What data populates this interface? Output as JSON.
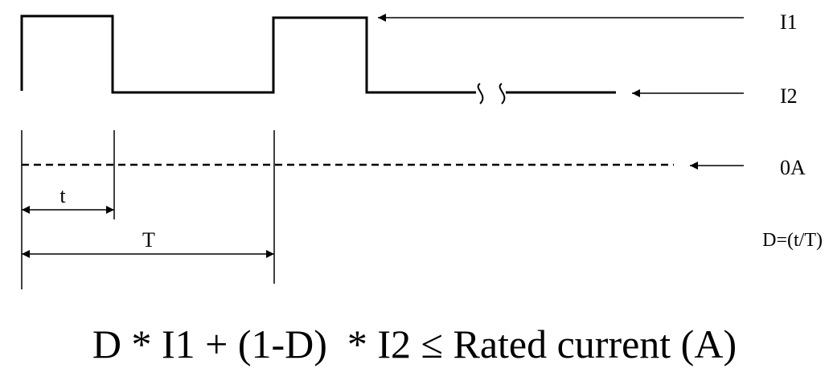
{
  "labels": {
    "i1": "I1",
    "i2": "I2",
    "zero": "0A",
    "t_small": "t",
    "t_big": "T",
    "duty": "D=(t/T)"
  },
  "formula": "D * I1 + (1-D)  * I2 ≤ Rated current (A)",
  "colors": {
    "stroke": "#000000",
    "background": "#ffffff"
  }
}
